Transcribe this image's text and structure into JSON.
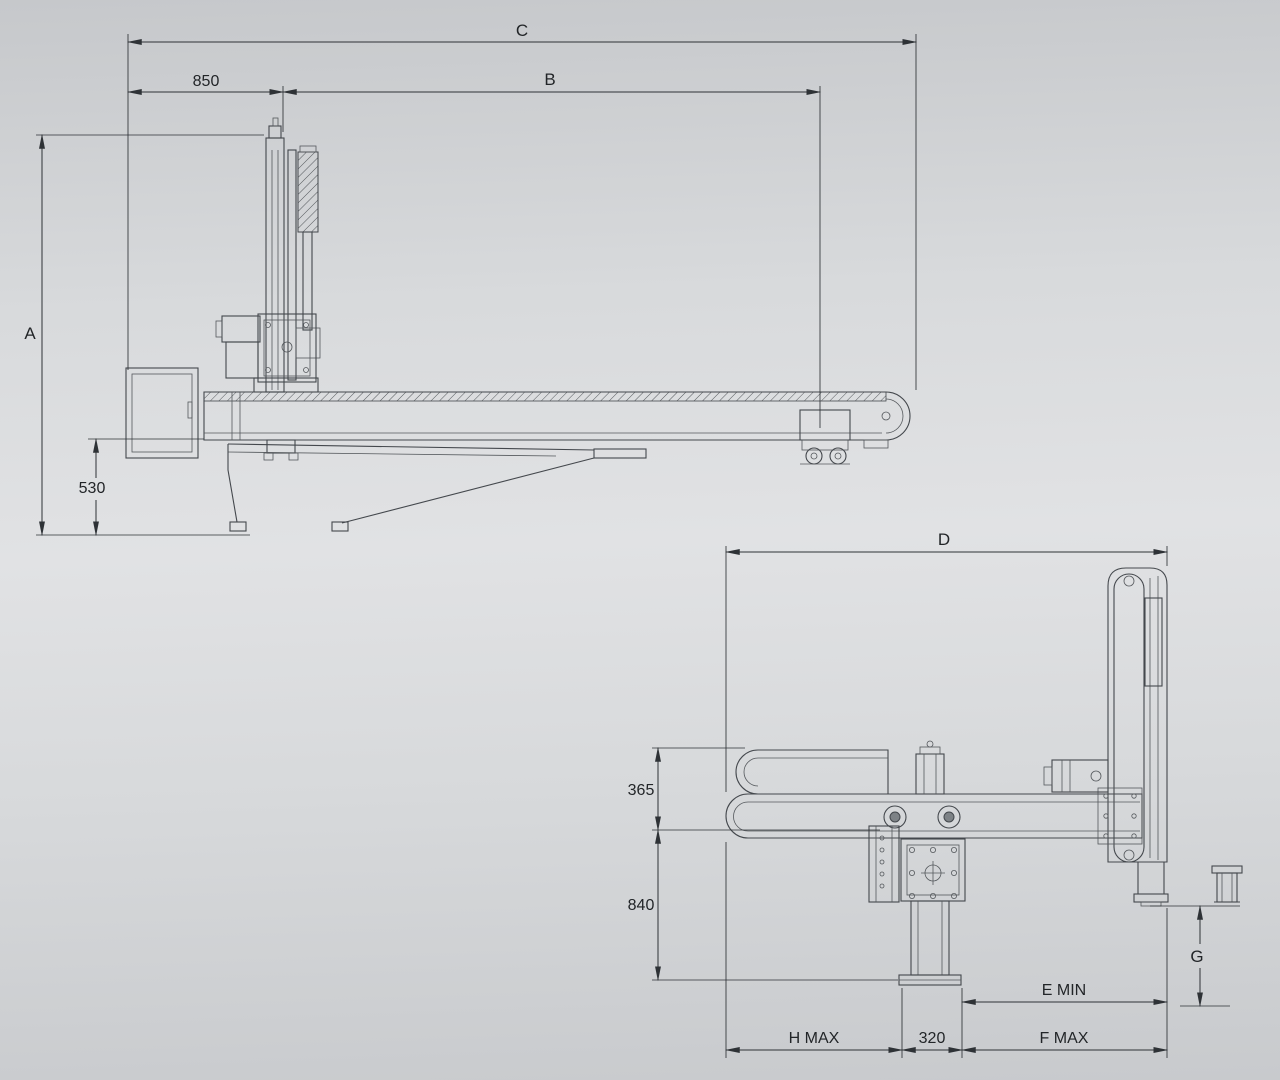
{
  "colors": {
    "line": "#44484d",
    "dimension_line": "#2e3236",
    "background": "#d8dadc"
  },
  "side_view": {
    "dim_c": "C",
    "dim_850": "850",
    "dim_b": "B",
    "dim_a": "A",
    "dim_530": "530"
  },
  "front_view": {
    "dim_d": "D",
    "dim_365": "365",
    "dim_840": "840",
    "dim_e_min": "E MIN",
    "dim_h_max": "H MAX",
    "dim_320": "320",
    "dim_f_max": "F MAX",
    "dim_g": "G"
  }
}
